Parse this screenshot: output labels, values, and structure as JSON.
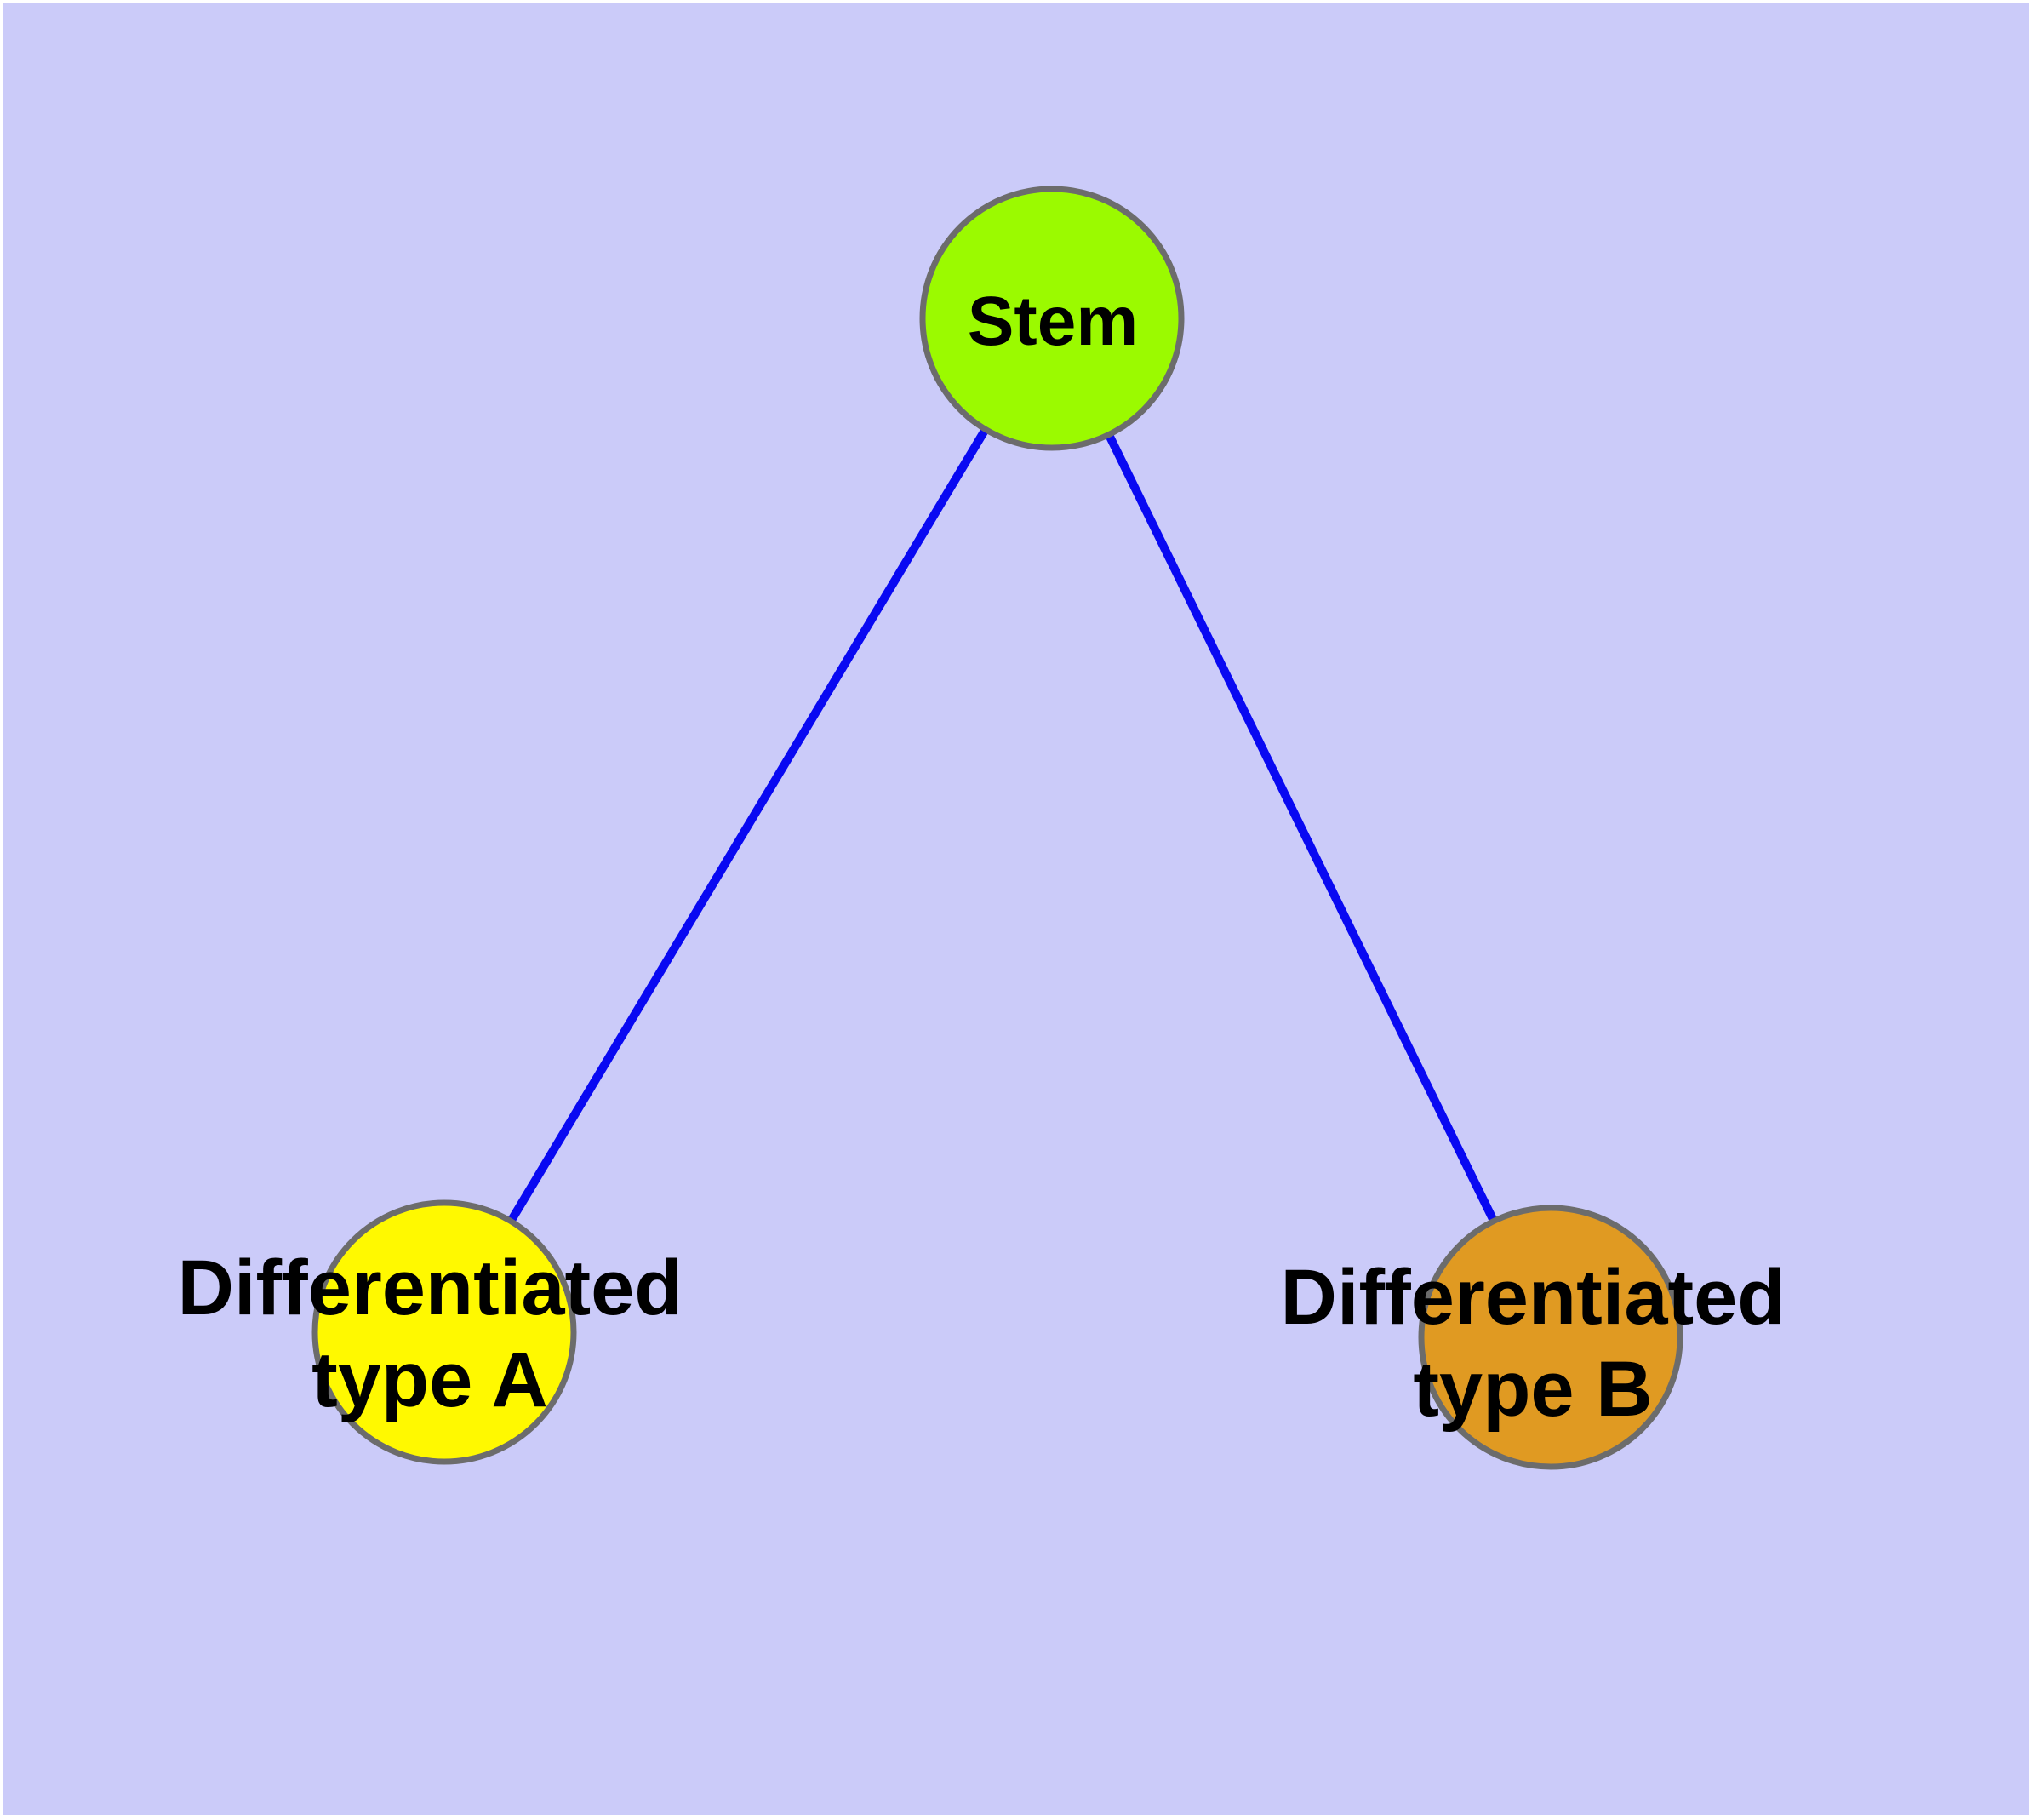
{
  "diagram": {
    "type": "graph",
    "background_color": "#CBCBF9",
    "frame_color": "#FFFFFF",
    "edge_color": "#0909F2",
    "node_border_color": "#6C6C6C",
    "label_color": "#000000",
    "nodes": [
      {
        "id": "stem",
        "label": "Stem",
        "fill": "#9BFA00"
      },
      {
        "id": "differentiated-type-a",
        "label_line1": "Differentiated",
        "label_line2": "type A",
        "fill": "#FFF900"
      },
      {
        "id": "differentiated-type-b",
        "label_line1": "Differentiated",
        "label_line2": "type B",
        "fill": "#E09A22"
      }
    ],
    "edges": [
      {
        "from": "stem",
        "to": "differentiated-type-a"
      },
      {
        "from": "stem",
        "to": "differentiated-type-b"
      }
    ]
  }
}
